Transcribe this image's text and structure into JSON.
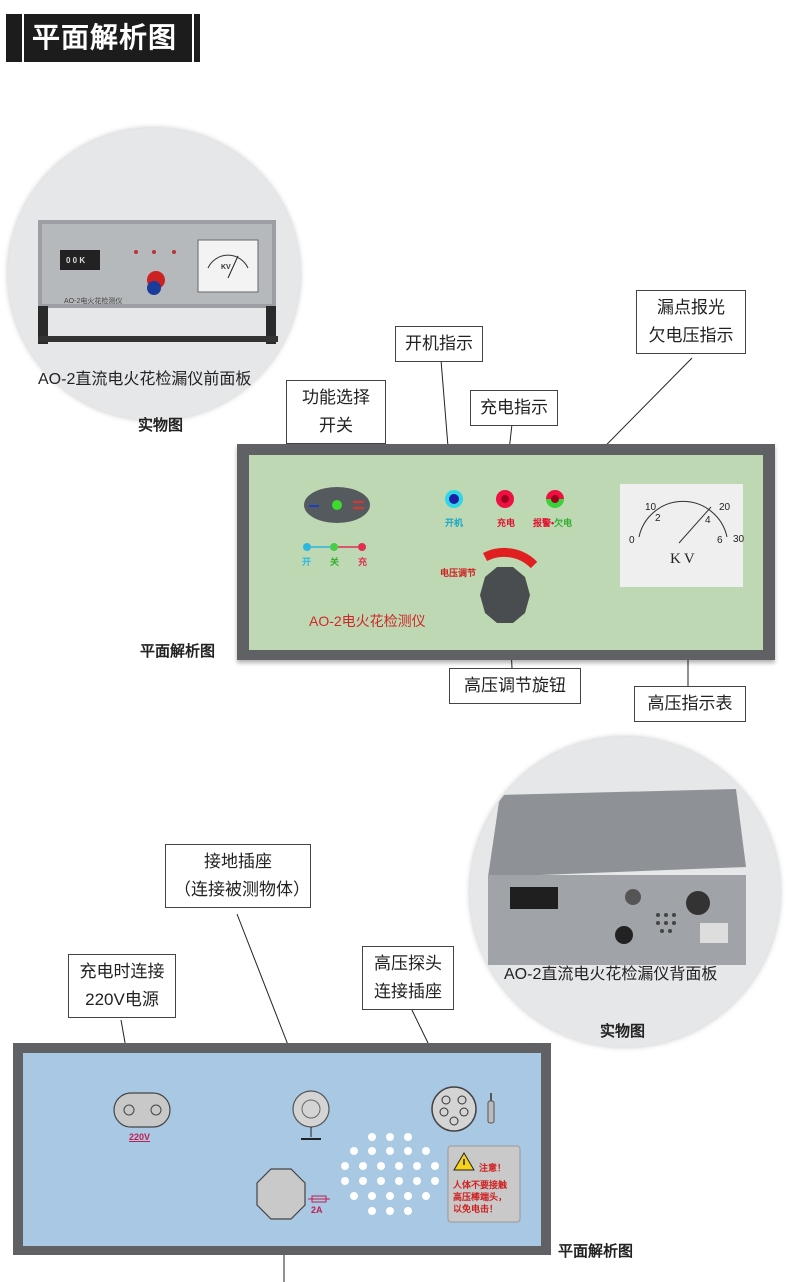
{
  "header": {
    "title": "平面解析图"
  },
  "front": {
    "photo_caption": "AO-2直流电火花检漏仪前面板",
    "photo_label": "实物图",
    "plan_label": "平面解析图",
    "device_name": "AO-2电火花检测仪",
    "callouts": {
      "function_switch": [
        "功能选择",
        "开关"
      ],
      "power_indicator": "开机指示",
      "charge_indicator": "充电指示",
      "leak_indicator": [
        "漏点报光",
        "欠电压指示"
      ],
      "hv_knob": "高压调节旋钮",
      "hv_meter": "高压指示表"
    },
    "led_labels": {
      "power": "开机",
      "charge": "充电",
      "alarm": "报警",
      "low": "欠电"
    },
    "switch_legend": {
      "on": "开",
      "off": "关",
      "charge": "充"
    },
    "knob_label": "电压调节",
    "meter": {
      "unit": "KV",
      "outer_ticks": [
        "10",
        "20",
        "30"
      ],
      "inner_ticks": [
        "0",
        "2",
        "4",
        "6"
      ]
    },
    "photo_device": {
      "meter_unit": "KV",
      "mini_label": "AO-2电火花检测仪",
      "display": "0 0 K"
    }
  },
  "back": {
    "photo_caption": "AO-2直流电火花检漏仪背面板",
    "photo_label": "实物图",
    "plan_label": "平面解析图",
    "callouts": {
      "ground_socket": [
        "接地插座",
        "（连接被测物体）"
      ],
      "power_220": [
        "充电时连接",
        "220V电源"
      ],
      "hv_probe": [
        "高压探头",
        "连接插座"
      ]
    },
    "power_label": "220V",
    "fuse_label": "2A",
    "warning": {
      "title": "注意！",
      "lines": [
        "人体不要接触",
        "高压棒端头，",
        "以免电击！"
      ]
    }
  },
  "colors": {
    "front_face": "#bdd8b2",
    "back_face": "#a9c8e3",
    "frame": "#5f6165",
    "title_bg": "#1c1c1c"
  }
}
